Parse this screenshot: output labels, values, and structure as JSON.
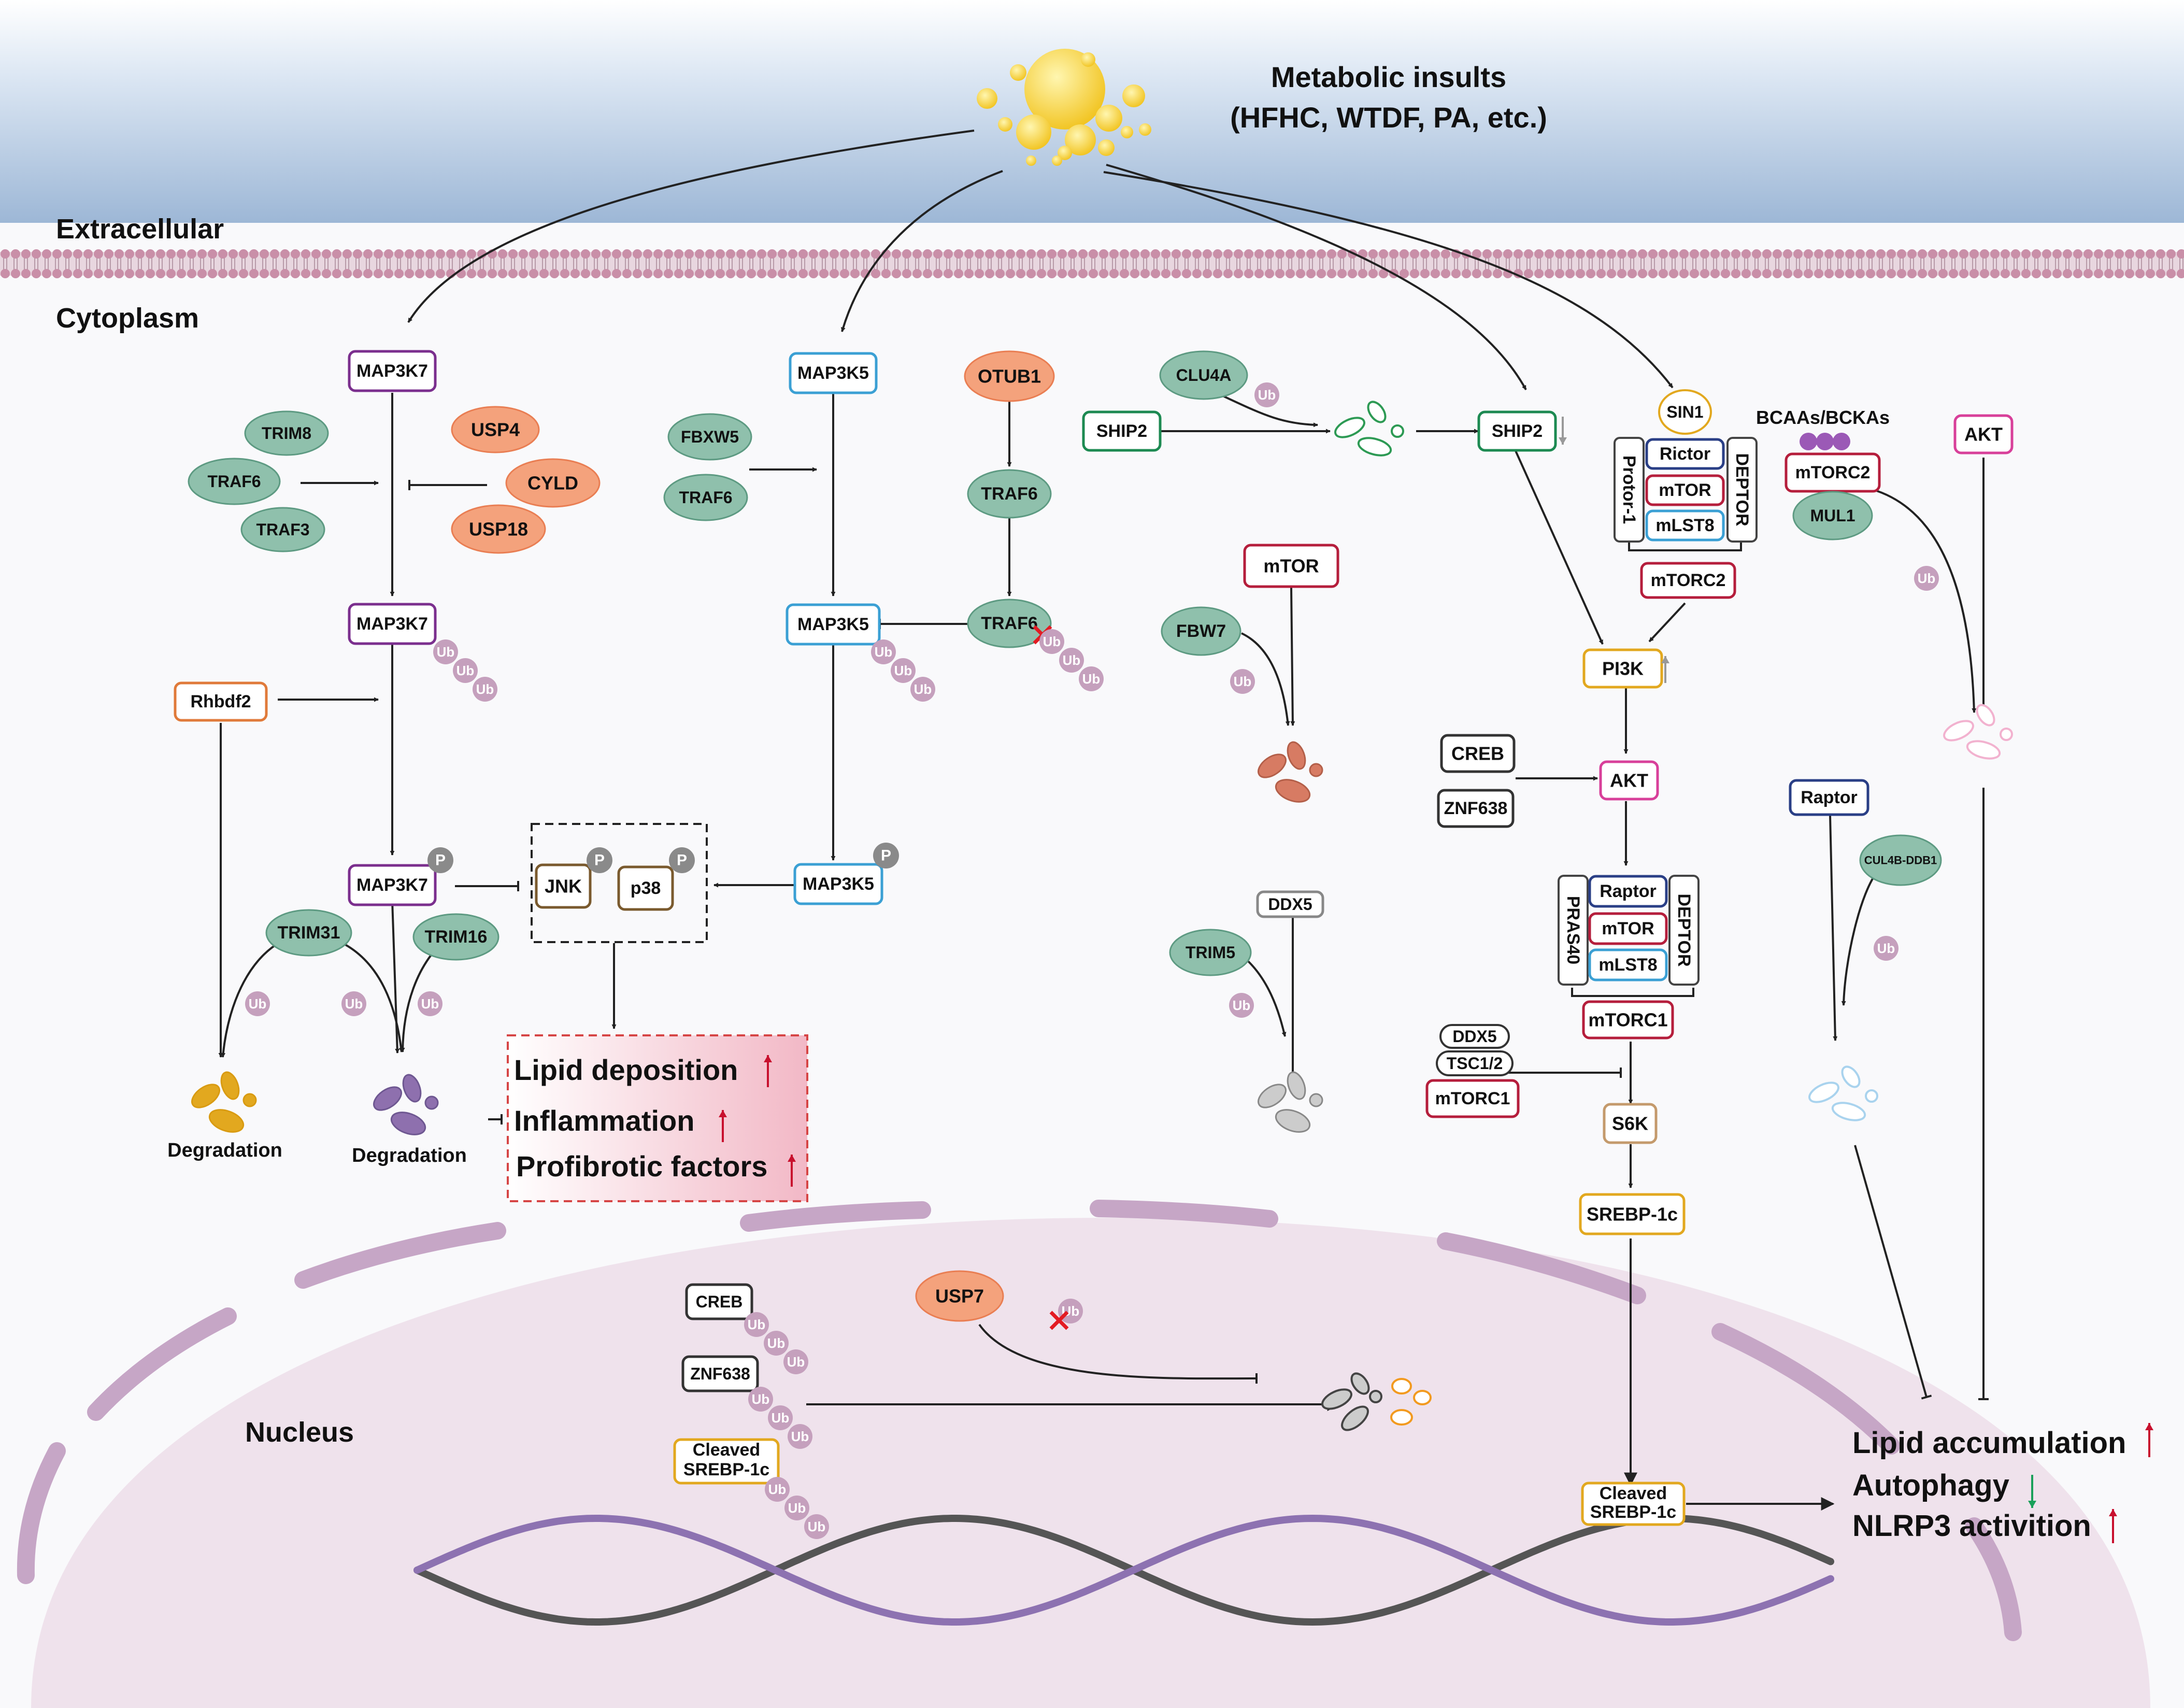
{
  "colors": {
    "green_fill": "#8fc0ac",
    "green_stroke": "#5d9a82",
    "orange_fill": "#f4a27c",
    "purple": "#7b2f8e",
    "blue": "#3ba0d4",
    "orange_box": "#e07a3a",
    "crimson": "#b51e3c",
    "pink": "#d8409a",
    "gold": "#e2a81f",
    "navy": "#2a3f86",
    "dark_green": "#1d8a52",
    "ub": "#c5a0bd",
    "phospho": "#8a8a8a",
    "lipid_red": "#c8102e",
    "nucleus_fill": "#efe2ec",
    "membrane": "#c98fa8"
  },
  "header": {
    "title_line1": "Metabolic insults",
    "title_line2": "(HFHC, WTDF, PA, etc.)"
  },
  "compartments": {
    "extracellular": "Extracellular",
    "cytoplasm": "Cytoplasm",
    "nucleus": "Nucleus"
  },
  "tags": {
    "ub": "Ub",
    "p": "P"
  },
  "map3k7_pathway": {
    "map3k7": "MAP3K7",
    "trim8": "TRIM8",
    "traf6": "TRAF6",
    "traf3": "TRAF3",
    "usp4": "USP4",
    "cyld": "CYLD",
    "usp18": "USP18",
    "rhbdf2": "Rhbdf2",
    "trim31": "TRIM31",
    "trim16": "TRIM16",
    "degradation": "Degradation"
  },
  "map3k5_pathway": {
    "map3k5": "MAP3K5",
    "fbxw5": "FBXW5",
    "traf6": "TRAF6",
    "otub1": "OTUB1"
  },
  "mapk": {
    "jnk": "JNK",
    "p38": "p38"
  },
  "outcomes_left": {
    "lipid": "Lipid deposition",
    "inflammation": "Inflammation",
    "profibrotic": "Profibrotic factors"
  },
  "middle": {
    "mtor": "mTOR",
    "fbw7": "FBW7",
    "ddx5": "DDX5",
    "trim5": "TRIM5",
    "clu4a": "CLU4A",
    "ship2": "SHIP2"
  },
  "pi3k_pathway": {
    "sin1": "SIN1",
    "rictor": "Rictor",
    "mtor": "mTOR",
    "mlst8": "mLST8",
    "protor": "Protor-1",
    "deptor": "DEPTOR",
    "mtorc2": "mTORC2",
    "pi3k": "PI3K",
    "creb": "CREB",
    "znf638": "ZNF638",
    "akt": "AKT",
    "raptor": "Raptor",
    "pras40": "PRAS40",
    "mtorc1": "mTORC1",
    "ddx5": "DDX5",
    "tsc": "TSC1/2",
    "s6k": "S6K",
    "srebp": "SREBP-1c"
  },
  "right_column": {
    "bcaas": "BCAAs/BCKAs",
    "mtorc2": "mTORC2",
    "mul1": "MUL1",
    "akt": "AKT",
    "raptor": "Raptor",
    "cul4b": "CUL4B-DDB1"
  },
  "nucleus_items": {
    "creb": "CREB",
    "znf638": "ZNF638",
    "cleaved": "Cleaved",
    "srebp": "SREBP-1c",
    "usp7": "USP7"
  },
  "outcomes_right": {
    "lipid": "Lipid accumulation",
    "autophagy": "Autophagy",
    "nlrp3": "NLRP3 activition"
  }
}
